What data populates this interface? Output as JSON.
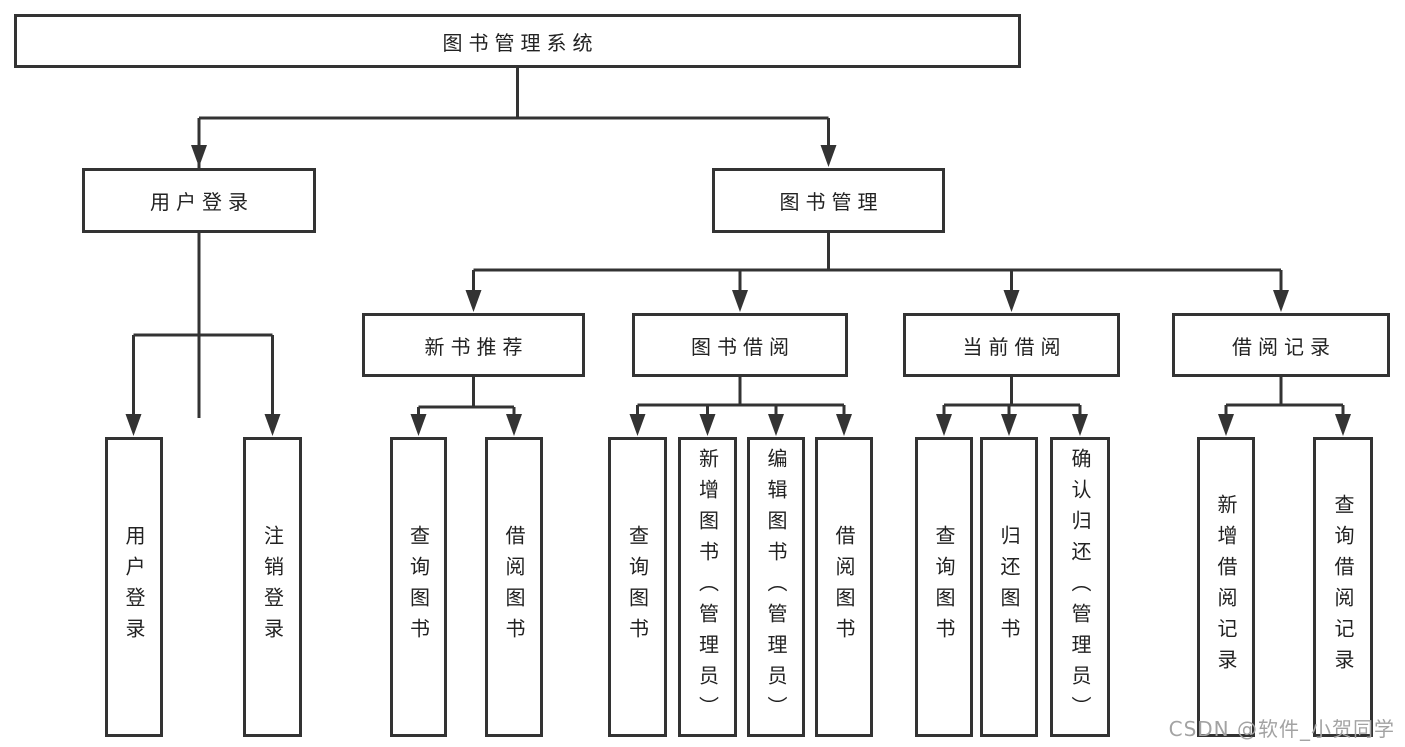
{
  "tree": {
    "label": "图书管理系统",
    "children": [
      {
        "label": "用户登录",
        "children": [
          {
            "label": "用户登录"
          },
          {
            "label": "注销登录"
          }
        ]
      },
      {
        "label": "图书管理",
        "children": [
          {
            "label": "新书推荐",
            "children": [
              {
                "label": "查询图书"
              },
              {
                "label": "借阅图书"
              }
            ]
          },
          {
            "label": "图书借阅",
            "children": [
              {
                "label": "查询图书"
              },
              {
                "label": "新增图书（管理员）"
              },
              {
                "label": "编辑图书（管理员）"
              },
              {
                "label": "借阅图书"
              }
            ]
          },
          {
            "label": "当前借阅",
            "children": [
              {
                "label": "查询图书"
              },
              {
                "label": "归还图书"
              },
              {
                "label": "确认归还（管理员）"
              }
            ]
          },
          {
            "label": "借阅记录",
            "children": [
              {
                "label": "新增借阅记录"
              },
              {
                "label": "查询借阅记录"
              }
            ]
          }
        ]
      }
    ]
  },
  "watermark": "CSDN @软件_小贺同学",
  "colors": {
    "line": "#333333",
    "text": "#222222",
    "box_background": "#ffffff",
    "watermark": "#a3a3a3"
  }
}
